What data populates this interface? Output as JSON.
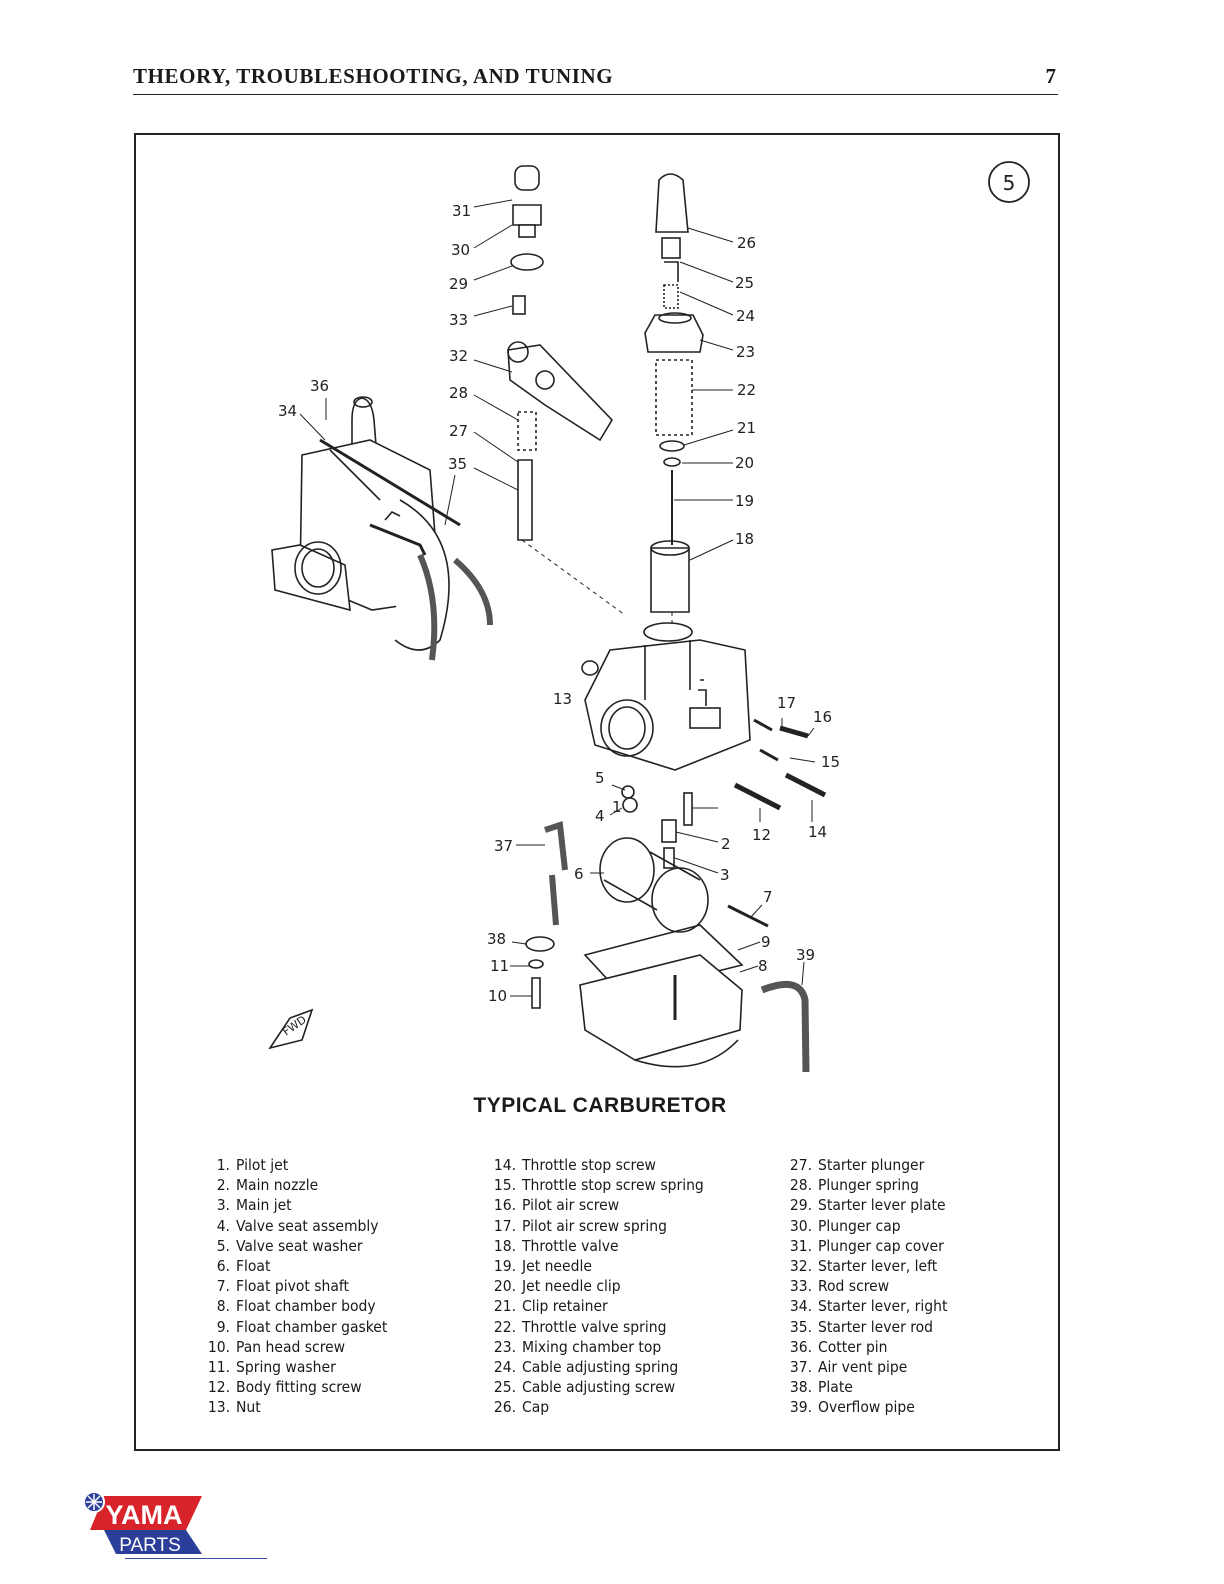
{
  "header": {
    "title": "THEORY, TROUBLESHOOTING, AND TUNING",
    "page_number": "7"
  },
  "figure": {
    "number": "5",
    "caption": "TYPICAL CARBURETOR",
    "fwd_label": "FWD",
    "callouts": [
      "1",
      "2",
      "3",
      "4",
      "5",
      "6",
      "7",
      "8",
      "9",
      "10",
      "11",
      "12",
      "13",
      "14",
      "15",
      "16",
      "17",
      "18",
      "19",
      "20",
      "21",
      "22",
      "23",
      "24",
      "25",
      "26",
      "27",
      "28",
      "29",
      "30",
      "31",
      "32",
      "33",
      "34",
      "35",
      "36",
      "37",
      "38",
      "39"
    ]
  },
  "legend": {
    "col1": [
      {
        "num": "1.",
        "label": "Pilot jet"
      },
      {
        "num": "2.",
        "label": "Main nozzle"
      },
      {
        "num": "3.",
        "label": "Main jet"
      },
      {
        "num": "4.",
        "label": "Valve seat assembly"
      },
      {
        "num": "5.",
        "label": "Valve seat washer"
      },
      {
        "num": "6.",
        "label": "Float"
      },
      {
        "num": "7.",
        "label": "Float pivot shaft"
      },
      {
        "num": "8.",
        "label": "Float chamber body"
      },
      {
        "num": "9.",
        "label": "Float chamber gasket"
      },
      {
        "num": "10.",
        "label": "Pan head screw"
      },
      {
        "num": "11.",
        "label": "Spring washer"
      },
      {
        "num": "12.",
        "label": "Body fitting screw"
      },
      {
        "num": "13.",
        "label": "Nut"
      }
    ],
    "col2": [
      {
        "num": "14.",
        "label": "Throttle stop screw"
      },
      {
        "num": "15.",
        "label": "Throttle stop screw spring"
      },
      {
        "num": "16.",
        "label": "Pilot air screw"
      },
      {
        "num": "17.",
        "label": "Pilot air screw spring"
      },
      {
        "num": "18.",
        "label": "Throttle valve"
      },
      {
        "num": "19.",
        "label": "Jet needle"
      },
      {
        "num": "20.",
        "label": "Jet needle clip"
      },
      {
        "num": "21.",
        "label": "Clip retainer"
      },
      {
        "num": "22.",
        "label": "Throttle valve spring"
      },
      {
        "num": "23.",
        "label": "Mixing chamber top"
      },
      {
        "num": "24.",
        "label": "Cable adjusting spring"
      },
      {
        "num": "25.",
        "label": "Cable adjusting screw"
      },
      {
        "num": "26.",
        "label": "Cap"
      }
    ],
    "col3": [
      {
        "num": "27.",
        "label": "Starter plunger"
      },
      {
        "num": "28.",
        "label": "Plunger spring"
      },
      {
        "num": "29.",
        "label": "Starter lever plate"
      },
      {
        "num": "30.",
        "label": "Plunger cap"
      },
      {
        "num": "31.",
        "label": "Plunger cap cover"
      },
      {
        "num": "32.",
        "label": "Starter lever, left"
      },
      {
        "num": "33.",
        "label": "Rod screw"
      },
      {
        "num": "34.",
        "label": "Starter lever, right"
      },
      {
        "num": "35.",
        "label": "Starter lever rod"
      },
      {
        "num": "36.",
        "label": "Cotter pin"
      },
      {
        "num": "37.",
        "label": "Air vent pipe"
      },
      {
        "num": "38.",
        "label": "Plate"
      },
      {
        "num": "39.",
        "label": "Overflow pipe"
      }
    ]
  },
  "logo": {
    "text_top": "YAMA",
    "text_bottom": "PARTS",
    "colors": {
      "red": "#d8232a",
      "blue": "#2b3e9a"
    }
  }
}
